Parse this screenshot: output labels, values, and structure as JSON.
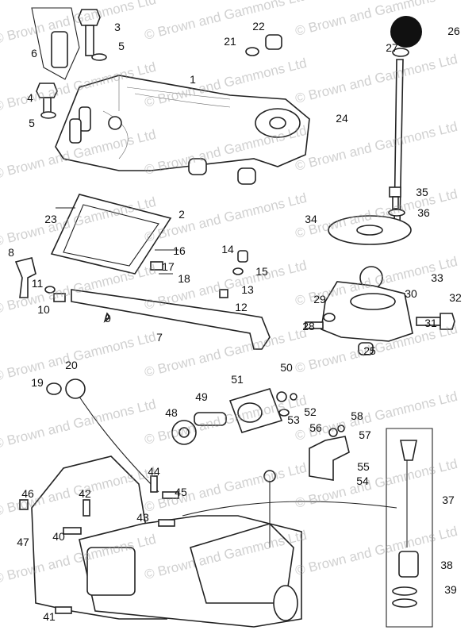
{
  "watermark": "© Brown and Gammons Ltd",
  "part_labels": [
    "1",
    "2",
    "3",
    "4",
    "5",
    "5",
    "6",
    "7",
    "8",
    "9",
    "10",
    "11",
    "12",
    "13",
    "14",
    "15",
    "16",
    "17",
    "18",
    "19",
    "20",
    "21",
    "22",
    "23",
    "24",
    "25",
    "26",
    "27",
    "28",
    "29",
    "30",
    "31",
    "32",
    "33",
    "34",
    "35",
    "36",
    "37",
    "38",
    "39",
    "40",
    "41",
    "42",
    "43",
    "44",
    "45",
    "46",
    "47",
    "48",
    "49",
    "50",
    "51",
    "52",
    "53",
    "54",
    "55",
    "56",
    "57",
    "58"
  ]
}
